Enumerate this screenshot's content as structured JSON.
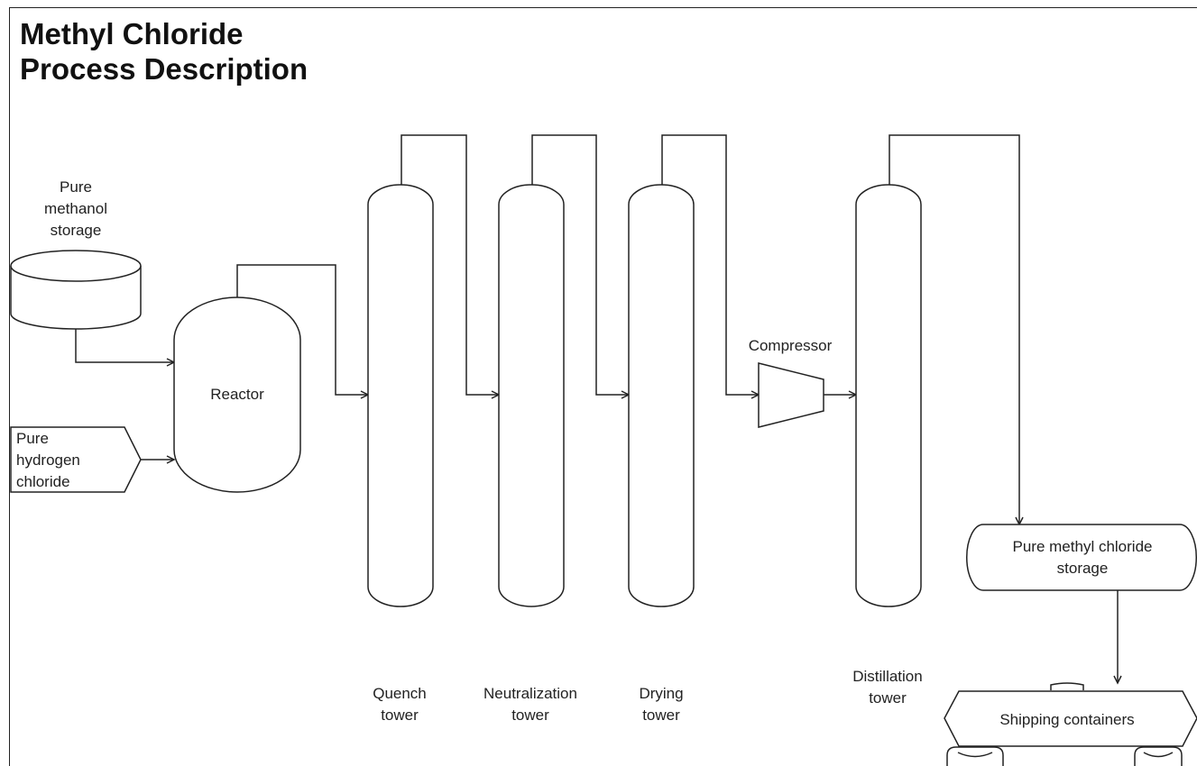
{
  "title": {
    "line1": "Methyl Chloride",
    "line2": "Process Description"
  },
  "labels": {
    "methanol": [
      "Pure",
      "methanol",
      "storage"
    ],
    "hcl": [
      "Pure",
      "hydrogen",
      "chloride"
    ],
    "reactor": "Reactor",
    "quench": [
      "Quench",
      "tower"
    ],
    "neutralization": [
      "Neutralization",
      "tower"
    ],
    "drying": [
      "Drying",
      "tower"
    ],
    "compressor": "Compressor",
    "distillation": [
      "Distillation",
      "tower"
    ],
    "mecl_storage": [
      "Pure methyl chloride",
      "storage"
    ],
    "shipping": "Shipping containers"
  }
}
